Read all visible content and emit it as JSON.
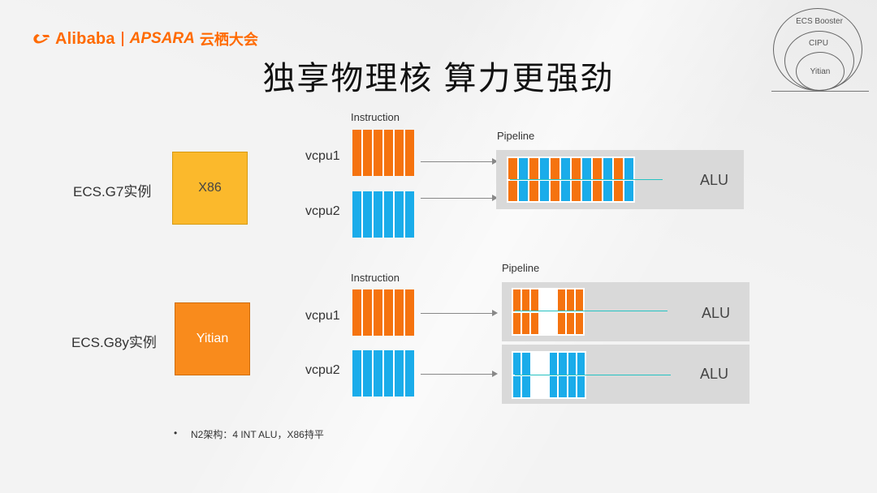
{
  "logo": {
    "brand": "Alibaba",
    "product": "APSARA",
    "event": "云栖大会"
  },
  "title": "独享物理核  算力更强劲",
  "circles": {
    "outer": "ECS Booster",
    "middle": "CIPU",
    "inner": "Yitian"
  },
  "g7": {
    "label": "ECS.G7实例",
    "chip": "X86",
    "instruction_label": "Instruction",
    "pipeline_label": "Pipeline",
    "vcpu1": "vcpu1",
    "vcpu2": "vcpu2",
    "alu": "ALU",
    "pipeline_pattern": [
      "o",
      "b",
      "o",
      "b",
      "o",
      "b",
      "o",
      "b",
      "o",
      "b",
      "o",
      "b"
    ]
  },
  "g8y": {
    "label": "ECS.G8y实例",
    "chip": "Yitian",
    "instruction_label": "Instruction",
    "pipeline_label": "Pipeline",
    "vcpu1": "vcpu1",
    "vcpu2": "vcpu2",
    "alu": "ALU",
    "pipeline1_pattern": [
      "o",
      "o",
      "o",
      "w",
      "w",
      "o",
      "o",
      "o"
    ],
    "pipeline2_pattern": [
      "b",
      "b",
      "w",
      "w",
      "b",
      "b",
      "b",
      "b"
    ]
  },
  "bullet": "N2架构：4 INT ALU，X86持平",
  "colors": {
    "orange": "#f5730f",
    "blue": "#1aacea",
    "x86_chip": "#fbb92c",
    "yitian_chip": "#f98b1c",
    "brand": "#ff6a00"
  },
  "icons": {
    "logo_mark": "alibaba-logo-icon",
    "arrow": "arrow-right-icon"
  }
}
